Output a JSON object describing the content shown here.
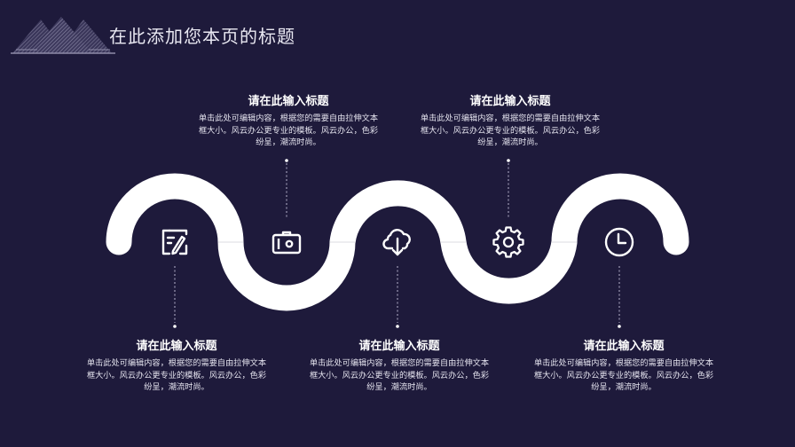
{
  "header": {
    "title": "在此添加您本页的标题",
    "logo": "pyramid-logo"
  },
  "colors": {
    "background": "#1e1a3b",
    "wave": "#ffffff",
    "text": "#ffffff"
  },
  "steps": [
    {
      "icon": "edit-document-icon",
      "position": "bottom",
      "title": "请在此输入标题",
      "description": "单击此处可编辑内容，根据您的需要自由拉伸文本框大小。风云办公更专业的模板。风云办公，色彩纷呈，潮流时尚。"
    },
    {
      "icon": "camera-icon",
      "position": "top",
      "title": "请在此输入标题",
      "description": "单击此处可编辑内容，根据您的需要自由拉伸文本框大小。风云办公更专业的模板。风云办公，色彩纷呈，潮流时尚。"
    },
    {
      "icon": "cloud-download-icon",
      "position": "bottom",
      "title": "请在此输入标题",
      "description": "单击此处可编辑内容，根据您的需要自由拉伸文本框大小。风云办公更专业的模板。风云办公，色彩纷呈，潮流时尚。"
    },
    {
      "icon": "gear-icon",
      "position": "top",
      "title": "请在此输入标题",
      "description": "单击此处可编辑内容，根据您的需要自由拉伸文本框大小。风云办公更专业的模板。风云办公，色彩纷呈，潮流时尚。"
    },
    {
      "icon": "clock-icon",
      "position": "bottom",
      "title": "请在此输入标题",
      "description": "单击此处可编辑内容，根据您的需要自由拉伸文本框大小。风云办公更专业的模板。风云办公，色彩纷呈，潮流时尚。"
    }
  ]
}
